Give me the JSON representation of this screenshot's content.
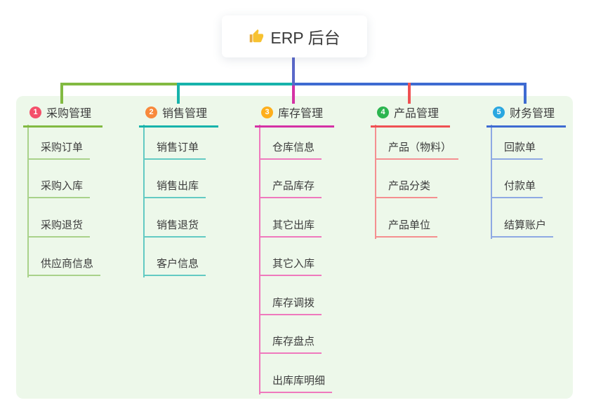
{
  "root": {
    "label": "ERP 后台",
    "icon": "thumbs-up-icon",
    "connector_color": "#5a68c9"
  },
  "panel": {
    "background": "#edf8ea"
  },
  "icon_colors": {
    "thumb_yellow": "#f7c231"
  },
  "branches": [
    {
      "index": "1",
      "label": "采购管理",
      "badge_color": "#f4506a",
      "line_color": "#82ba42",
      "child_line_color": "#a9d28a",
      "children": [
        "采购订单",
        "采购入库",
        "采购退货",
        "供应商信息"
      ]
    },
    {
      "index": "2",
      "label": "销售管理",
      "badge_color": "#f8893c",
      "line_color": "#17b3ab",
      "child_line_color": "#63cac3",
      "children": [
        "销售订单",
        "销售出库",
        "销售退货",
        "客户信息"
      ]
    },
    {
      "index": "3",
      "label": "库存管理",
      "badge_color": "#feaf1c",
      "line_color": "#d432a5",
      "child_line_color": "#ef79bd",
      "children": [
        "仓库信息",
        "产品库存",
        "其它出库",
        "其它入库",
        "库存调拨",
        "库存盘点",
        "出库库明细"
      ]
    },
    {
      "index": "4",
      "label": "产品管理",
      "badge_color": "#2cb550",
      "line_color": "#ef5153",
      "child_line_color": "#f58f90",
      "children": [
        "产品（物料）",
        "产品分类",
        "产品单位"
      ]
    },
    {
      "index": "5",
      "label": "财务管理",
      "badge_color": "#2aa7e0",
      "line_color": "#3e6bd1",
      "child_line_color": "#8ea9e3",
      "children": [
        "回款单",
        "付款单",
        "结算账户"
      ]
    }
  ]
}
